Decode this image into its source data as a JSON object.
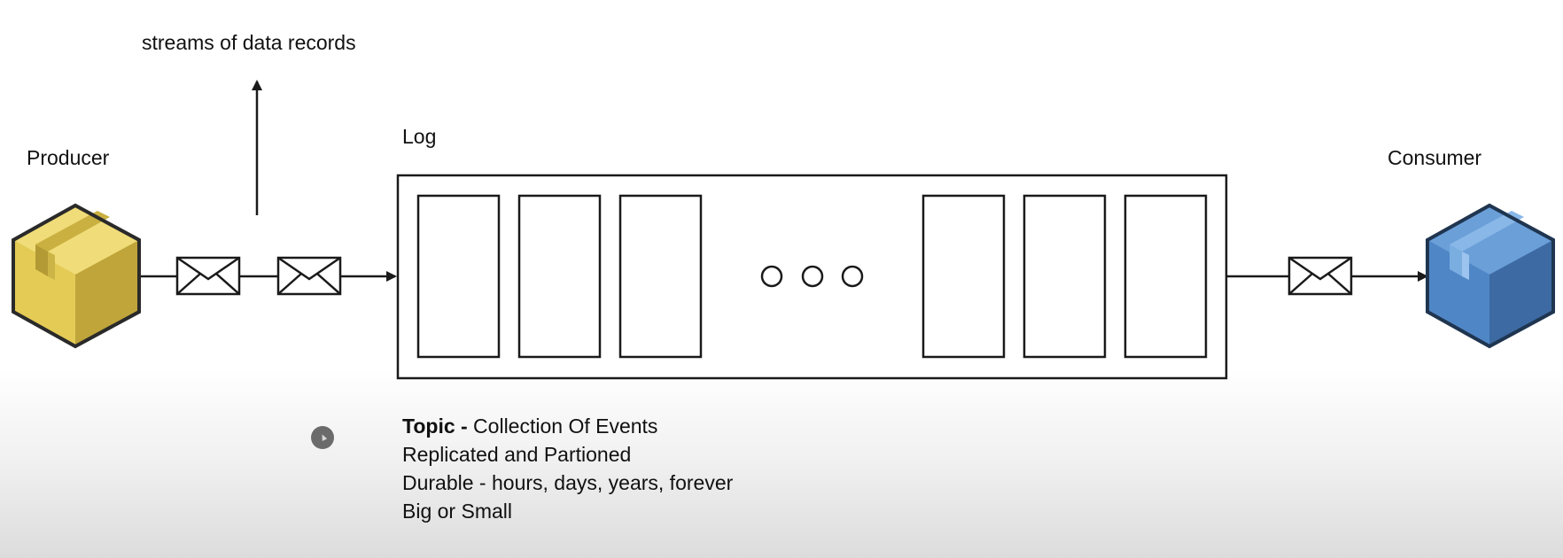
{
  "labels": {
    "streams": "streams of data records",
    "log": "Log",
    "producer": "Producer",
    "consumer": "Consumer"
  },
  "topic": {
    "title": "Topic -",
    "title_desc": " Collection Of Events",
    "lines": [
      "Replicated and Partioned",
      "Durable - hours, days, years, forever",
      "Big or Small"
    ]
  },
  "colors": {
    "producer_box": "#e7cf5c",
    "consumer_box": "#4e83c0",
    "stroke": "#1a1a1a"
  },
  "icons": {
    "producer": "package-box-icon",
    "consumer": "package-box-icon",
    "message": "envelope-icon"
  }
}
